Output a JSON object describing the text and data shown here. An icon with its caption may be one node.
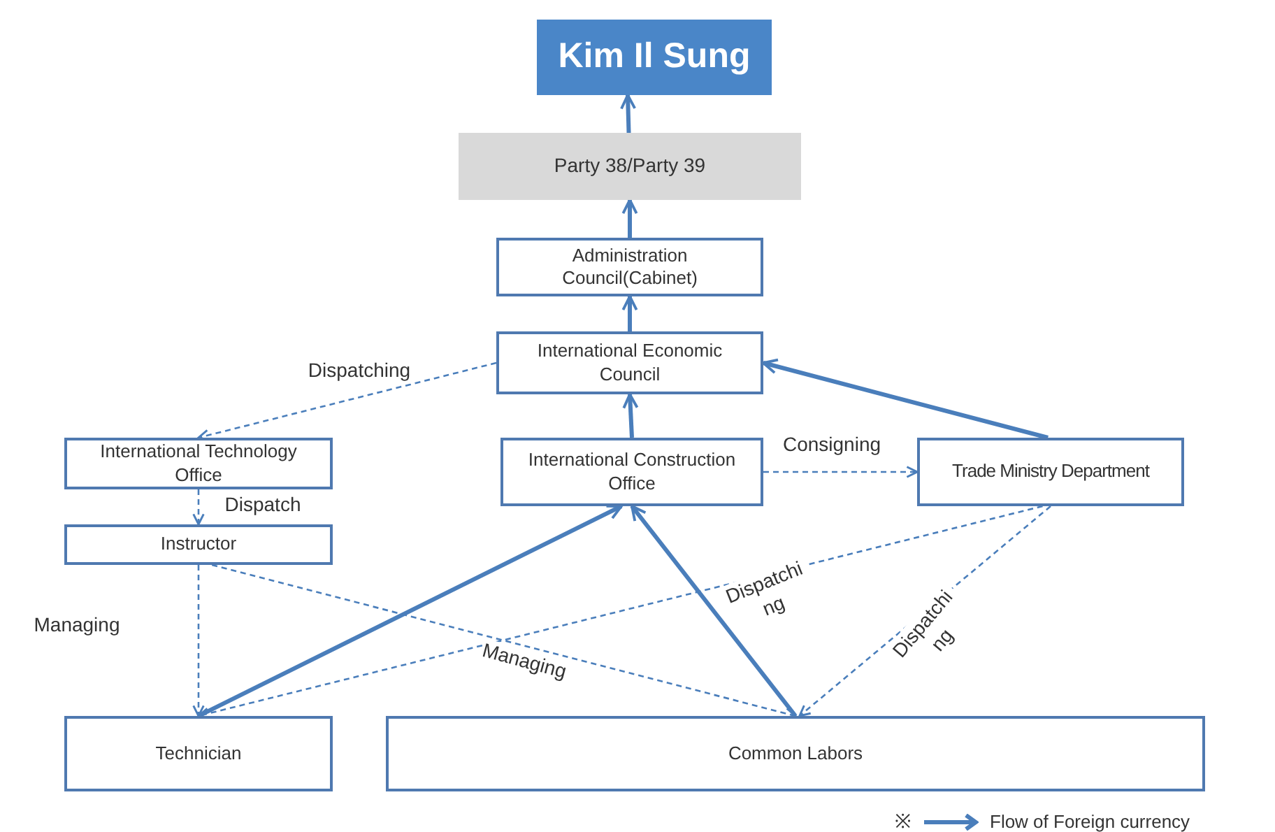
{
  "diagram": {
    "nodes": [
      {
        "text": [
          "Kim Il Sung"
        ]
      },
      {
        "text": [
          "Party 38/Party 39"
        ]
      },
      {
        "text": [
          "Administration Council(Cabinet)"
        ]
      },
      {
        "text": [
          "International Economic Council"
        ]
      },
      {
        "text": [
          "International Technology Office"
        ]
      },
      {
        "text": [
          "International Construction Office"
        ]
      },
      {
        "text": [
          "Trade Ministry Department"
        ]
      },
      {
        "text": [
          "Instructor"
        ]
      },
      {
        "text": [
          "Technician"
        ]
      },
      {
        "text": [
          "Common Labors"
        ]
      }
    ],
    "edges": [
      {
        "from": 1,
        "to": 0,
        "arrow": "to",
        "style": "thick"
      },
      {
        "from": 2,
        "to": 1,
        "arrow": "to",
        "style": "thick"
      },
      {
        "from": 3,
        "to": 2,
        "arrow": "to",
        "style": "thick"
      },
      {
        "from": 5,
        "to": 3,
        "arrow": "to",
        "style": "thick"
      },
      {
        "from": 6,
        "to": 3,
        "arrow": "to",
        "style": "thick"
      },
      {
        "from": 8,
        "to": 5,
        "arrow": "to",
        "style": "thick"
      },
      {
        "from": 9,
        "to": 5,
        "arrow": "to",
        "style": "thick"
      },
      {
        "from": 3,
        "to": 4,
        "arrow": "to",
        "label": "Dispatching",
        "style": "dashed"
      },
      {
        "from": 4,
        "to": 7,
        "arrow": "to",
        "label": "Dispatch",
        "style": "dashed"
      },
      {
        "from": 7,
        "to": 8,
        "arrow": "to",
        "label": "Managing",
        "style": "dashed"
      },
      {
        "from": 7,
        "to": 9,
        "arrow": "to",
        "label": "Managing",
        "style": "dashed"
      },
      {
        "from": 5,
        "to": 6,
        "arrow": "to",
        "label": "Consigning",
        "style": "dashed"
      },
      {
        "from": 6,
        "to": 8,
        "arrow": "to",
        "label": "Dispatching",
        "style": "dashed"
      },
      {
        "from": 6,
        "to": 9,
        "arrow": "to",
        "label": "Dispatching",
        "style": "dashed"
      }
    ],
    "labels": [
      "※"
    ],
    "legend": [
      {
        "text": "Flow of Foreign currency"
      }
    ]
  }
}
